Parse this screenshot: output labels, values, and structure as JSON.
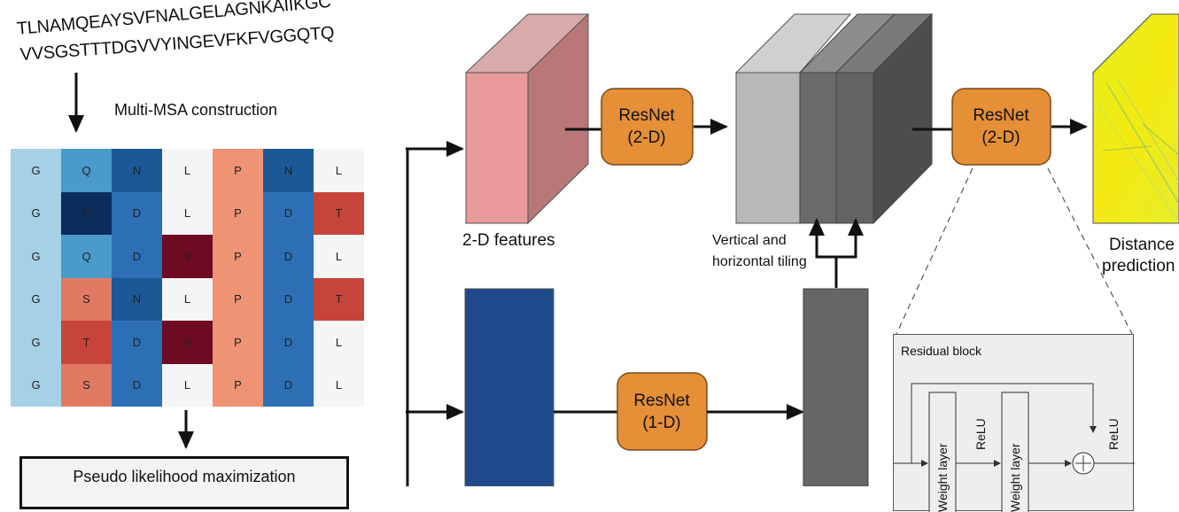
{
  "sequence": {
    "line1": "TLNAMQEAYSVFNALGELAGNKAIIKGC",
    "line2": "VVSGSTTTDGVVYINGEVFKFVGGQTQ"
  },
  "labels": {
    "multi_msa": "Multi-MSA construction",
    "pseudo": "Pseudo likelihood maximization",
    "features_2d": "2-D features",
    "tiling_line1": "Vertical and",
    "tiling_line2": "horizontal tiling",
    "distance_line1": "Distance",
    "distance_line2": "prediction",
    "residual_block": "Residual block",
    "weight_layer": "Weight layer",
    "relu": "ReLU"
  },
  "resnet_blocks": [
    {
      "line1": "ResNet",
      "line2": "(2-D)"
    },
    {
      "line1": "ResNet",
      "line2": "(1-D)"
    },
    {
      "line1": "ResNet",
      "line2": "(2-D)"
    }
  ],
  "msa": {
    "rows": [
      [
        "G",
        "Q",
        "N",
        "L",
        "P",
        "N",
        "L"
      ],
      [
        "G",
        "R",
        "D",
        "L",
        "P",
        "D",
        "T"
      ],
      [
        "G",
        "Q",
        "D",
        "V",
        "P",
        "D",
        "L"
      ],
      [
        "G",
        "S",
        "N",
        "L",
        "P",
        "D",
        "T"
      ],
      [
        "G",
        "T",
        "D",
        "V",
        "P",
        "D",
        "L"
      ],
      [
        "G",
        "S",
        "D",
        "L",
        "P",
        "D",
        "L"
      ]
    ],
    "colors": [
      [
        "#a6d0e4",
        "#4a9acb",
        "#1c5796",
        "#f5f5f5",
        "#ee9374",
        "#1c5796",
        "#f5f5f5"
      ],
      [
        "#a6d0e4",
        "#0b2d5c",
        "#2d6fb5",
        "#f5f5f5",
        "#ee9374",
        "#2d6fb5",
        "#c7443a"
      ],
      [
        "#a6d0e4",
        "#4a9acb",
        "#2d6fb5",
        "#6e0a22",
        "#ee9374",
        "#2d6fb5",
        "#f5f5f5"
      ],
      [
        "#a6d0e4",
        "#e17a63",
        "#1c5796",
        "#f5f5f5",
        "#ee9374",
        "#2d6fb5",
        "#c7443a"
      ],
      [
        "#a6d0e4",
        "#c7443a",
        "#2d6fb5",
        "#6e0a22",
        "#ee9374",
        "#2d6fb5",
        "#f5f5f5"
      ],
      [
        "#a6d0e4",
        "#e17a63",
        "#2d6fb5",
        "#f5f5f5",
        "#ee9374",
        "#2d6fb5",
        "#f5f5f5"
      ]
    ]
  },
  "colors": {
    "resnet_fill": "#e58f36",
    "features_2d_front": "#e99a9a",
    "features_2d_side": "#b97878",
    "features_1d": "#1f4a8c",
    "tile_gray": "#666666",
    "distance_yellow": "#f2e816"
  },
  "icons": [
    "arrow-icon",
    "plus-circle-icon"
  ]
}
